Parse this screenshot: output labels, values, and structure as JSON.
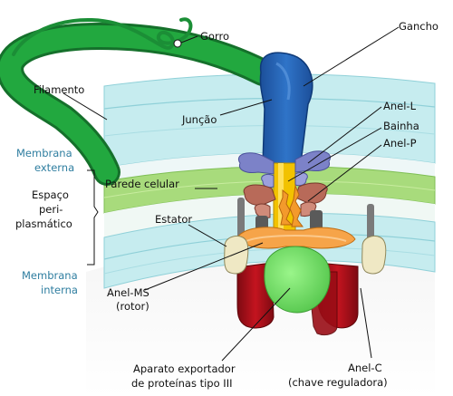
{
  "labels": {
    "gorro": "Gorro",
    "gancho": "Gancho",
    "filamento": "Filamento",
    "juncao": "Junção",
    "anel_l": "Anel-L",
    "bainha": "Bainha",
    "anel_p": "Anel-P",
    "membrana_externa_1": "Membrana",
    "membrana_externa_2": "externa",
    "espaco_1": "Espaço",
    "espaco_2": "peri-",
    "espaco_3": "plasmático",
    "parede_celular": "Parede celular",
    "estator": "Estator",
    "membrana_interna_1": "Membrana",
    "membrana_interna_2": "interna",
    "anel_ms_1": "Anel-MS",
    "anel_ms_2": "(rotor)",
    "aparato_1": "Aparato exportador",
    "aparato_2": "de proteínas tipo III",
    "anel_c_1": "Anel-C",
    "anel_c_2": "(chave reguladora)"
  },
  "colors": {
    "filament": "#1e9e3a",
    "hook": "#2563b0",
    "outer_membrane": "#bfe8ec",
    "peptidoglycan": "#a3d977",
    "inner_membrane": "#bfe8ec",
    "rod": "#f5c400",
    "l_ring": "#7f83c9",
    "p_ring": "#b5695a",
    "ms_ring": "#f3a24a",
    "export_apparatus": "#7ee36a",
    "c_ring": "#b0121c",
    "stator": "#efe7c0",
    "membrane_label": "#2f7ea0"
  }
}
